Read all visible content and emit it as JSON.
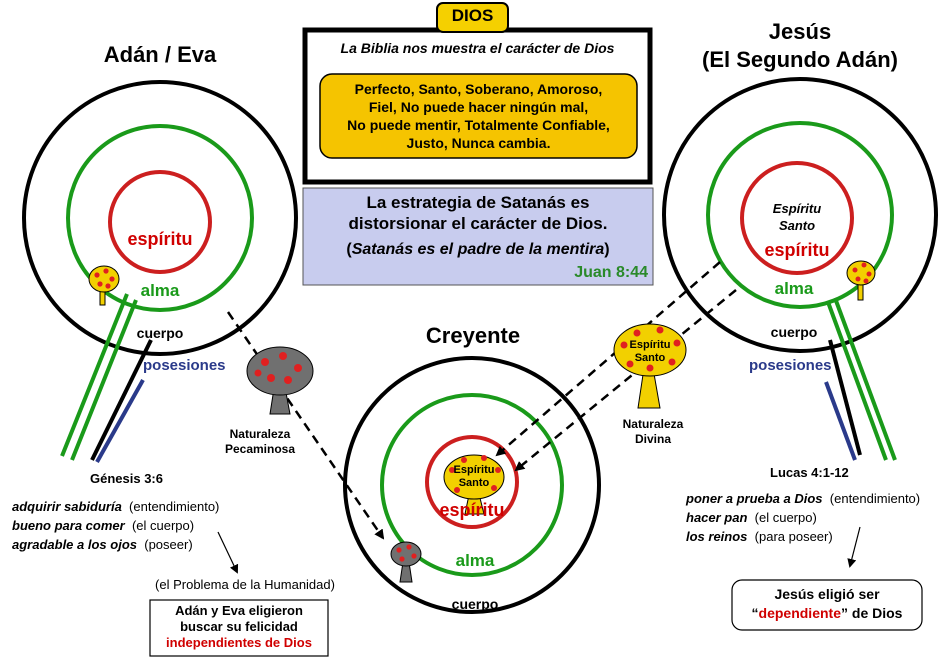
{
  "colors": {
    "spirit_ring": "#cc1f1f",
    "soul_ring": "#1a9a1a",
    "body_ring": "#000000",
    "possessions_line": "#2a3a8a",
    "dios_box": "#f5d000",
    "attributes_box": "#f5c400",
    "strategy_box": "#c8ccee",
    "tree_good": "#f2d000",
    "tree_bad": "#707070",
    "fruit": "#e02020"
  },
  "dios": {
    "label": "DIOS",
    "subtitle": "La Biblia nos muestra el carácter de Dios",
    "attributes": [
      "Perfecto, Santo, Soberano, Amoroso,",
      "Fiel, No puede hacer ningún mal,",
      "No puede mentir,  Totalmente Confiable,",
      "Justo, Nunca cambia."
    ]
  },
  "strategy": {
    "line1": "La estrategia de Satanás es",
    "line2": "distorsionar el carácter de Dios.",
    "line3": "Satanás es el padre de la mentira",
    "paren_open": "(",
    "paren_close": ")",
    "reference": "Juan 8:44"
  },
  "adan": {
    "title": "Adán / Eva",
    "spirit": "espíritu",
    "soul": "alma",
    "body": "cuerpo",
    "possessions": "posesiones",
    "reference": "Génesis 3:6",
    "temptations": [
      {
        "phrase": "adquirir sabiduría",
        "note": "(entendimiento)"
      },
      {
        "phrase": "bueno para comer",
        "note": "(el cuerpo)"
      },
      {
        "phrase": "agradable a los ojos",
        "note": "(poseer)"
      }
    ],
    "problem": "(el Problema de la Humanidad)",
    "choice_line1": "Adán  y Eva eligieron",
    "choice_line2": "buscar su felicidad",
    "choice_line3": "independientes de Dios"
  },
  "creyente": {
    "title": "Creyente",
    "spirit": "espíritu",
    "soul": "alma",
    "body": "cuerpo",
    "holy_spirit_line1": "Espíritu",
    "holy_spirit_line2": "Santo"
  },
  "jesus": {
    "title_line1": "Jesús",
    "title_line2": "(El Segundo Adán)",
    "holy_spirit_line1": "Espíritu",
    "holy_spirit_line2": "Santo",
    "spirit": "espíritu",
    "soul": "alma",
    "body": "cuerpo",
    "possessions": "posesiones",
    "reference": "Lucas 4:1-12",
    "temptations": [
      {
        "phrase": "poner a prueba a Dios",
        "note": "(entendimiento)"
      },
      {
        "phrase": "hacer pan",
        "note": "(el cuerpo)"
      },
      {
        "phrase": "los reinos",
        "note": "(para poseer)"
      }
    ],
    "choice_line1": "Jesús eligió ser",
    "choice_quote_open": "“",
    "choice_word": "dependiente",
    "choice_quote_close": "”",
    "choice_suffix": " de Dios"
  },
  "natures": {
    "sinful_line1": "Naturaleza",
    "sinful_line2": "Pecaminosa",
    "divine_tree_line1": "Espíritu",
    "divine_tree_line2": "Santo",
    "divine_line1": "Naturaleza",
    "divine_line2": "Divina"
  }
}
